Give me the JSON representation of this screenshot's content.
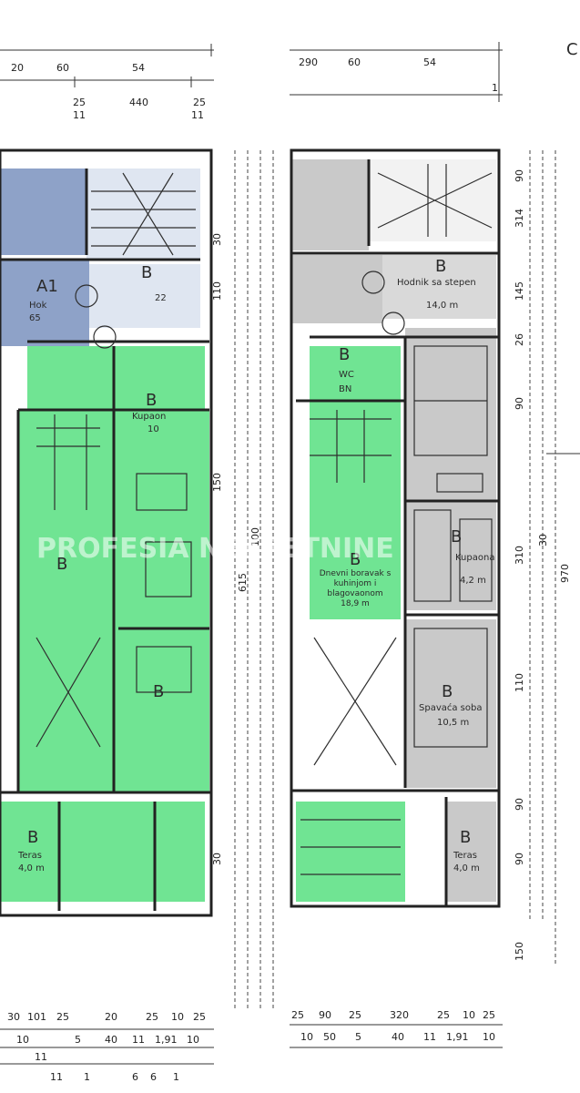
{
  "top_dims_left": {
    "row1": [
      "20",
      "60",
      "54"
    ],
    "row2": [
      "25",
      "440",
      "25"
    ],
    "row3": [
      "11",
      "11"
    ]
  },
  "top_dims_right": {
    "row1": [
      "290",
      "60",
      "54"
    ],
    "row2": [
      "1"
    ]
  },
  "rooms": {
    "left_hall": {
      "code": "A1",
      "name": "Hok",
      "area": "65"
    },
    "left_stairs": {
      "code": "B",
      "name": "",
      "area": "22"
    },
    "left_bath": {
      "code": "B",
      "name": "Kupaon",
      "area": "10"
    },
    "left_main": {
      "code": "B"
    },
    "left_bed": {
      "code": "B"
    },
    "left_terrace_left": {
      "code": "B",
      "name": "Teras",
      "area": "4,0 m"
    },
    "right_hall": {
      "code": "B",
      "name": "Hodnik sa stepen",
      "area": "14,0 m"
    },
    "right_wc": {
      "code": "B",
      "name": "WC",
      "area": "BN"
    },
    "right_living": {
      "code": "B",
      "name": "Dnevni boravak s kuhinjom i blagovaonom",
      "area": "18,9 m"
    },
    "right_bath": {
      "code": "B",
      "name": "Kupaona",
      "area": "4,2 m"
    },
    "right_bed": {
      "code": "B",
      "name": "Spavaća soba",
      "area": "10,5 m"
    },
    "right_terrace": {
      "code": "B",
      "name": "Teras",
      "area": "4,0 m"
    }
  },
  "side_dims_right": [
    "90",
    "314",
    "145",
    "26",
    "90",
    "310",
    "110",
    "90",
    "90",
    "150",
    "30"
  ],
  "side_total_right": "970",
  "side_dims_mid": [
    "30",
    "110",
    "150",
    "100",
    "615",
    "30"
  ],
  "bottom_dims_left": {
    "row1": [
      "30",
      "101",
      "25",
      "20",
      "25",
      "10",
      "25"
    ],
    "row2": [
      "10",
      "5",
      "40",
      "11",
      "1,91",
      "10"
    ],
    "row3": [
      "11",
      "11",
      "1",
      "6",
      "6",
      "1"
    ]
  },
  "bottom_dims_right": {
    "row1": [
      "25",
      "90",
      "25",
      "320",
      "25",
      "10",
      "25"
    ],
    "row2": [
      "10",
      "50",
      "5",
      "40",
      "11",
      "1,91",
      "10"
    ]
  },
  "watermark": "PROFESIA NEKRETNINE",
  "corner_mark": "C"
}
